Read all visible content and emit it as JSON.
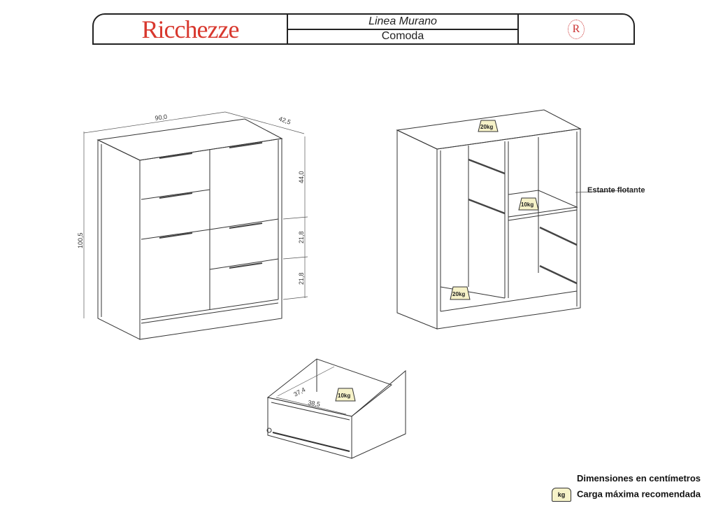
{
  "header": {
    "brand": "Ricchezze",
    "line": "Linea Murano",
    "product": "Comoda",
    "seal_letter": "R"
  },
  "front_view": {
    "width": "90,0",
    "depth": "42,5",
    "height": "100,5",
    "door_height": "44,0",
    "drawer_height_1": "21,8",
    "drawer_height_2": "21,8"
  },
  "interior_view": {
    "top_load": "20kg",
    "shelf_load": "10kg",
    "bottom_load": "20kg",
    "shelf_label": "Estante flotante"
  },
  "drawer_view": {
    "depth": "37,4",
    "width": "38,5",
    "load": "10kg"
  },
  "legend": {
    "dimensions_note": "Dimensiones en centímetros",
    "kg_icon": "kg",
    "load_note": "Carga máxima recomendada"
  }
}
